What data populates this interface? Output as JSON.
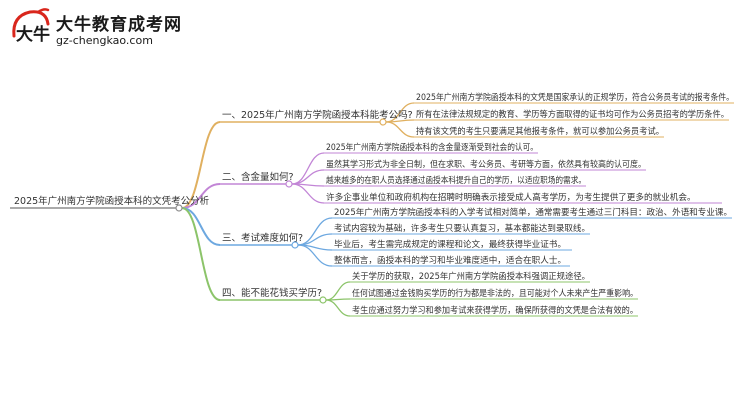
{
  "logo": {
    "title": "大牛教育成考网",
    "subtitle": "gz-chengkao.com",
    "icon_name": "daniu-logo-icon",
    "icon_text": "大牛",
    "accent_red": "#d9261c"
  },
  "root": {
    "label": "2025年广州南方学院函授本科的文凭考公分析"
  },
  "branches": [
    {
      "label": "一、2025年广州南方学院函授本科能考公吗?",
      "color": "#e0b060",
      "children": [
        "2025年广州南方学院函授本科的文凭是国家承认的正规学历，符合公务员考试的报考条件。",
        "所有在法律法规规定的教育、学历等方面取得的证书均可作为公务员招考的学历条件。",
        "持有该文凭的考生只要满足其他报考条件，就可以参加公务员考试。"
      ]
    },
    {
      "label": "二、含金量如何?",
      "color": "#c285d6",
      "children": [
        "2025年广州南方学院函授本科的含金量逐渐受到社会的认可。",
        "虽然其学习形式为非全日制，但在求职、考公务员、考研等方面，依然具有较高的认可度。",
        "越来越多的在职人员选择通过函授本科提升自己的学历，以适应职场的需求。",
        "许多企事业单位和政府机构在招聘时明确表示接受成人高考学历，为考生提供了更多的就业机会。"
      ]
    },
    {
      "label": "三、考试难度如何?",
      "color": "#6da8e0",
      "children": [
        "2025年广州南方学院函授本科的入学考试相对简单，通常需要考生通过三门科目：政治、外语和专业课。",
        "考试内容较为基础，许多考生只要认真复习，基本都能达到录取线。",
        "毕业后，考生需完成规定的课程和论文，最终获得毕业证书。",
        "整体而言，函授本科的学习和毕业难度适中，适合在职人士。"
      ]
    },
    {
      "label": "四、能不能花钱买学历?",
      "color": "#8cc46a",
      "children": [
        "关于学历的获取，2025年广州南方学院函授本科强调正规途径。",
        "任何试图通过金钱购买学历的行为都是非法的，且可能对个人未来产生严重影响。",
        "考生应通过努力学习和参加考试来获得学历，确保所获得的文凭是合法有效的。"
      ]
    }
  ]
}
